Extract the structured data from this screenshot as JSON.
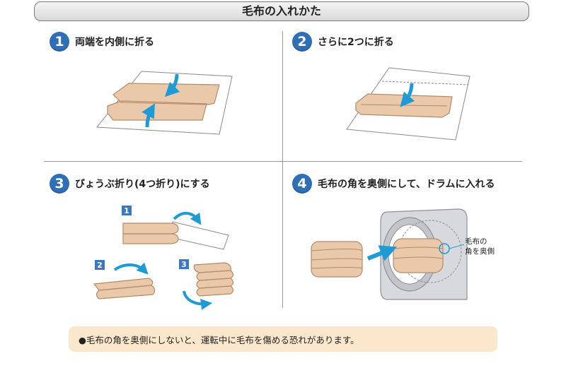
{
  "title": "毛布の入れかた",
  "steps": [
    {
      "number": "1",
      "label": "両端を内側に折る"
    },
    {
      "number": "2",
      "label": "さらに2つに折る"
    },
    {
      "number": "3",
      "label": "びょうぶ折り(4つ折り)にする"
    },
    {
      "number": "4",
      "label": "毛布の角を奥側にして、ドラムに入れる"
    }
  ],
  "substeps": [
    "1",
    "2",
    "3"
  ],
  "callout": {
    "line1": "毛布の",
    "line2": "角を奥側"
  },
  "note": "●毛布の角を奥側にしないと、運転中に毛布を傷める恐れがあります。",
  "colors": {
    "accent_blue": "#2f6fb8",
    "arrow_blue": "#1e9ad6",
    "blanket": "#e9c9aa",
    "note_bg": "#fbe8cc"
  }
}
